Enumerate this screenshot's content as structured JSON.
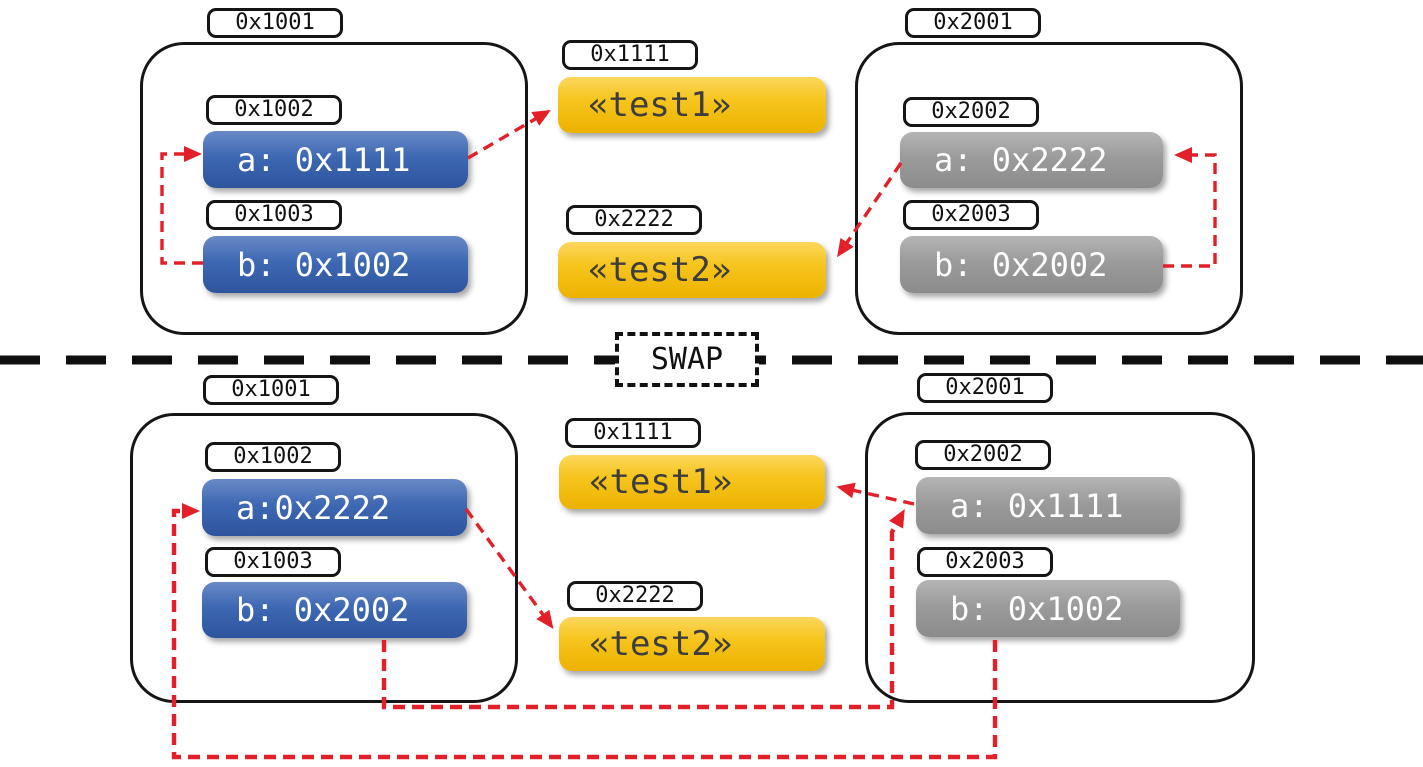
{
  "swap_label": "SWAP",
  "colors": {
    "slot_blue": "#3e68b3",
    "slot_gray": "#9b9b9b",
    "heap_yellow": "#f6c51e",
    "arrow_red": "#e3202a",
    "line_black": "#151515"
  },
  "top": {
    "stack1": {
      "address": "0x1001",
      "slots": [
        {
          "address": "0x1002",
          "value": "a: 0x1111"
        },
        {
          "address": "0x1003",
          "value": "b: 0x1002"
        }
      ]
    },
    "heap": [
      {
        "address": "0x1111",
        "value": "«test1»"
      },
      {
        "address": "0x2222",
        "value": "«test2»"
      }
    ],
    "stack2": {
      "address": "0x2001",
      "slots": [
        {
          "address": "0x2002",
          "value": "a: 0x2222"
        },
        {
          "address": "0x2003",
          "value": "b: 0x2002"
        }
      ]
    }
  },
  "bottom": {
    "stack1": {
      "address": "0x1001",
      "slots": [
        {
          "address": "0x1002",
          "value": "a:0x2222"
        },
        {
          "address": "0x1003",
          "value": "b: 0x2002"
        }
      ]
    },
    "heap": [
      {
        "address": "0x1111",
        "value": "«test1»"
      },
      {
        "address": "0x2222",
        "value": "«test2»"
      }
    ],
    "stack2": {
      "address": "0x2001",
      "slots": [
        {
          "address": "0x2002",
          "value": "a: 0x1111"
        },
        {
          "address": "0x2003",
          "value": "b: 0x1002"
        }
      ]
    }
  },
  "pointers": {
    "before": [
      {
        "from": "0x1003 b",
        "to": "0x1002 a"
      },
      {
        "from": "0x1002 a",
        "to": "0x1111 test1"
      },
      {
        "from": "0x2003 b",
        "to": "0x2002 a"
      },
      {
        "from": "0x2002 a",
        "to": "0x2222 test2"
      }
    ],
    "after": [
      {
        "from": "0x1002 a",
        "to": "0x2222 test2"
      },
      {
        "from": "0x2002 a",
        "to": "0x1111 test1"
      },
      {
        "from": "0x1003 b",
        "to": "0x2002 a"
      },
      {
        "from": "0x2003 b",
        "to": "0x1002 a"
      }
    ]
  }
}
